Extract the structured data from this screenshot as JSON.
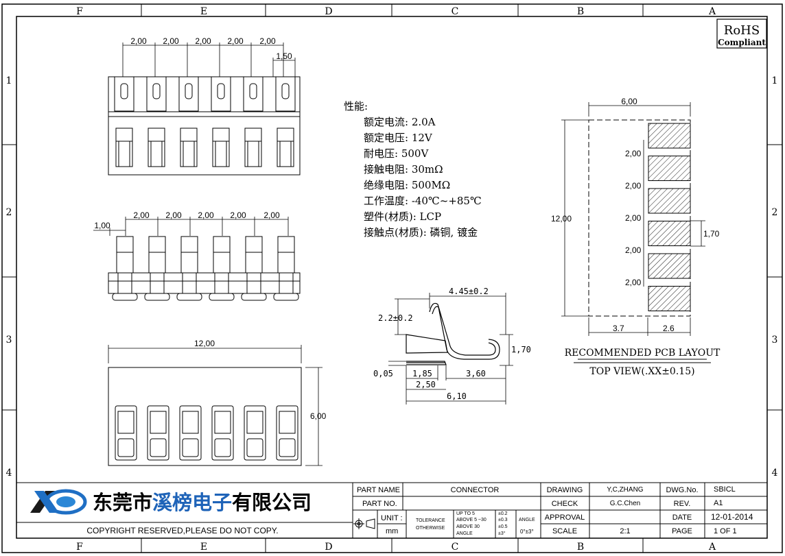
{
  "border": {
    "columns_top": [
      "F",
      "E",
      "D",
      "C",
      "B",
      "A"
    ],
    "columns_bottom": [
      "F",
      "E",
      "D",
      "C",
      "B",
      "A"
    ],
    "rows_left": [
      "1",
      "2",
      "3",
      "4"
    ],
    "rows_right": [
      "1",
      "2",
      "3",
      "4"
    ]
  },
  "rohs": {
    "title": "RoHS",
    "subtitle": "Compliant"
  },
  "top_view": {
    "pitch_dims": [
      "2,00",
      "2,00",
      "2,00",
      "2,00",
      "2,00"
    ],
    "small_dim": "1,50"
  },
  "front_view": {
    "pitch_dims": [
      "2,00",
      "2,00",
      "2,00",
      "2,00",
      "2,00"
    ],
    "offset_dim": "1,00"
  },
  "side_view": {
    "width_dim": "12,00",
    "height_dim": "6,00"
  },
  "specs": {
    "heading": "性能:",
    "lines": [
      "额定电流: 2.0A",
      "额定电压: 12V",
      "耐电压: 500V",
      "接触电阻: 30mΩ",
      "绝缘电阻: 500MΩ",
      "工作温度: -40℃~+85℃",
      "塑件(材质): LCP",
      "接触点(材质): 磷铜, 镀金"
    ]
  },
  "contact": {
    "dim_top": "4.45±0.2",
    "dim_left": "2.2±0.2",
    "dim_right": "1,70",
    "dim_thick": "0,05",
    "dim_a": "1,85",
    "dim_b": "3,60",
    "dim_c": "2,50",
    "dim_d": "6,10"
  },
  "pcb": {
    "width_dim": "6,00",
    "height_dim": "12,00",
    "pitch_dims": [
      "2,00",
      "2,00",
      "2,00",
      "2,00",
      "2,00"
    ],
    "pad_dim": "1,70",
    "bottom_left": "3.7",
    "bottom_right": "2.6",
    "title": "RECOMMENDED PCB LAYOUT",
    "subtitle": "TOP VIEW(.XX±0.15)"
  },
  "title_block": {
    "company": "东莞市溪榜电子有限公司",
    "copyright": "COPYRIGHT RESERVED,PLEASE DO NOT COPY.",
    "part_name_label": "PART NAME",
    "part_name_value": "CONNECTOR",
    "part_no_label": "PART NO.",
    "unit_label": "UNIT :",
    "unit_value": "mm",
    "tolerance_label": "TOLERANCE",
    "otherwise_label": "OTHERWISE",
    "tol_rows": [
      {
        "range": "UP TO 5",
        "value": "±0.2"
      },
      {
        "range": "ABOVE 5 ~30",
        "value": "±0.3"
      },
      {
        "range": "ABOVE 30",
        "value": "±0.5"
      },
      {
        "range": "ANGLE",
        "value": "±3°"
      }
    ],
    "angle_label": "ANGLE",
    "angle_value": "0°±3°",
    "drawing_label": "DRAWING",
    "drawing_value": "Y,C,ZHANG",
    "check_label": "CHECK",
    "check_value": "G.C.Chen",
    "approval_label": "APPROVAL",
    "scale_label": "SCALE",
    "scale_value": "2:1",
    "dwg_label": "DWG.No.",
    "dwg_value": "SBICL",
    "rev_label": "REV.",
    "rev_value": "A1",
    "date_label": "DATE",
    "date_value": "12-01-2014",
    "page_label": "PAGE",
    "page_value": "1 OF 1"
  }
}
